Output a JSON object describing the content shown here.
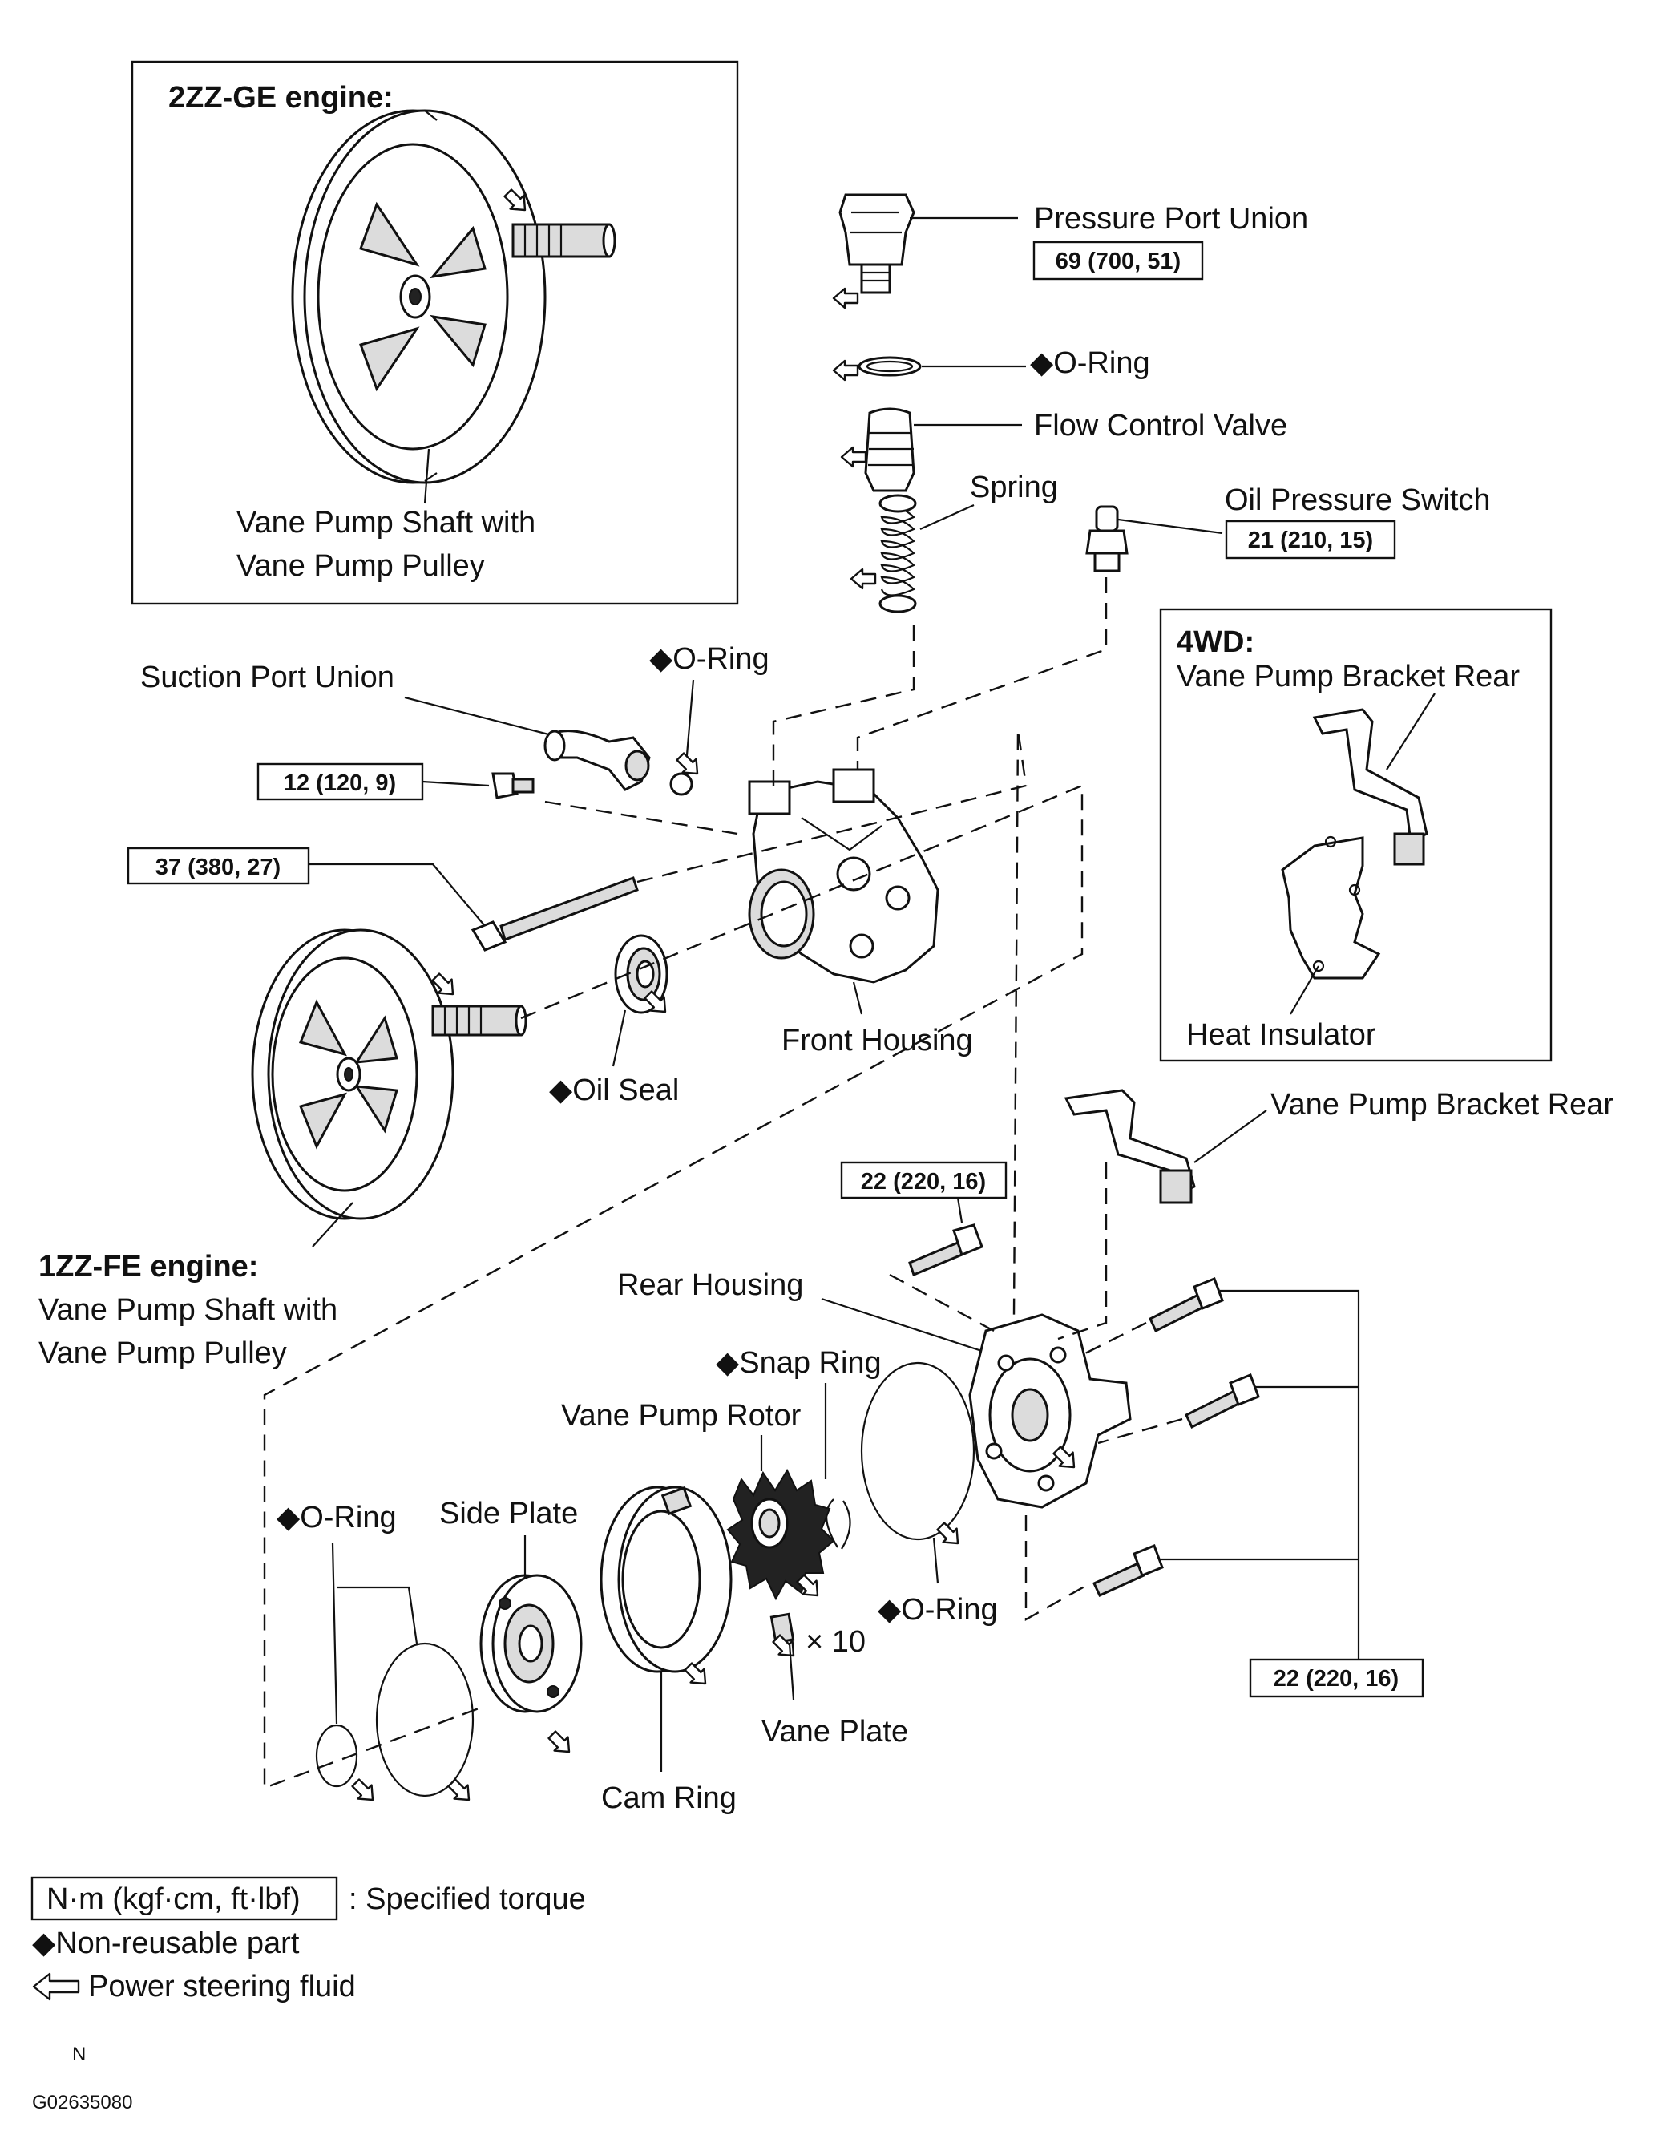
{
  "insets": {
    "zz_ge": {
      "title": "2ZZ-GE engine:",
      "caption_line1": "Vane Pump Shaft with",
      "caption_line2": "Vane Pump Pulley"
    },
    "four_wd": {
      "title": "4WD:",
      "bracket_label": "Vane Pump Bracket Rear",
      "insulator_label": "Heat Insulator"
    }
  },
  "labels": {
    "pressure_port_union": "Pressure Port Union",
    "o_ring_top": "◆O-Ring",
    "flow_control_valve": "Flow Control Valve",
    "spring": "Spring",
    "oil_pressure_switch": "Oil Pressure Switch",
    "suction_port_union": "Suction Port Union",
    "o_ring_suction": "◆O-Ring",
    "front_housing": "Front Housing",
    "oil_seal": "◆Oil Seal",
    "zz_fe_title": "1ZZ-FE engine:",
    "zz_fe_caption1": "Vane Pump Shaft with",
    "zz_fe_caption2": "Vane Pump Pulley",
    "vane_pump_bracket_rear": "Vane Pump Bracket Rear",
    "rear_housing": "Rear Housing",
    "snap_ring": "◆Snap Ring",
    "vane_pump_rotor": "Vane Pump Rotor",
    "o_ring_left": "◆O-Ring",
    "side_plate": "Side Plate",
    "o_ring_rear": "◆O-Ring",
    "times_ten": "× 10",
    "vane_plate": "Vane Plate",
    "cam_ring": "Cam Ring"
  },
  "torques": {
    "pressure_port_union": "69 (700, 51)",
    "oil_pressure_switch": "21 (210, 15)",
    "suction_bolt": "12 (120, 9)",
    "long_bolt": "37 (380, 27)",
    "bracket_bolt": "22 (220, 16)",
    "rear_bolts": "22 (220, 16)"
  },
  "legend": {
    "torque_unit": "N·m (kgf·cm, ft·lbf)",
    "torque_desc": ": Specified torque",
    "non_reusable": "◆Non-reusable part",
    "fluid": "Power steering fluid"
  },
  "footer": {
    "letter": "N",
    "code": "G02635080"
  }
}
